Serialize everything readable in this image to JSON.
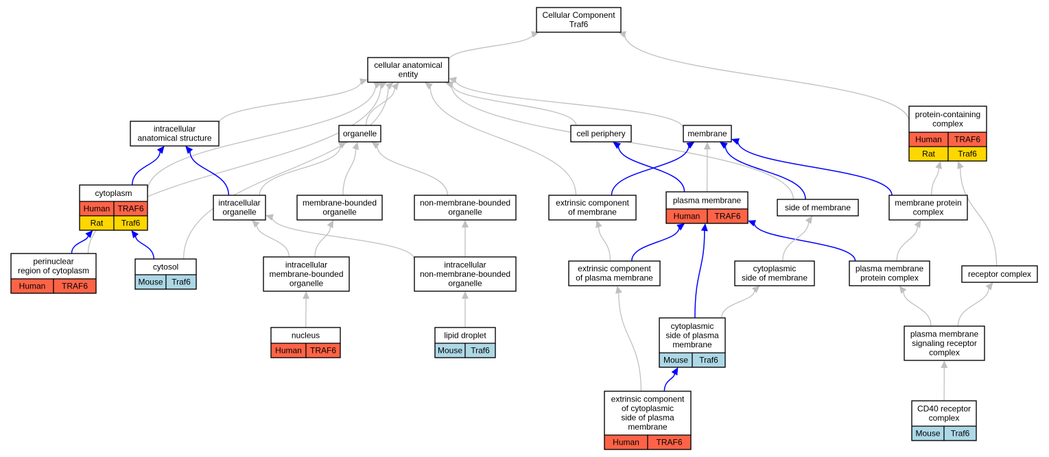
{
  "colors": {
    "human": "#ff6347",
    "rat": "#ffd700",
    "mouse": "#add8e6",
    "edge_is_a": "#c0c0c0",
    "edge_annotated": "#0000ff"
  },
  "nodes": [
    {
      "id": "cc_root",
      "lines": [
        "Cellular Component",
        "Traf6"
      ],
      "rows": []
    },
    {
      "id": "cell_anat",
      "lines": [
        "cellular anatomical",
        "entity"
      ],
      "rows": []
    },
    {
      "id": "intra_anat",
      "lines": [
        "intracellular",
        "anatomical structure"
      ],
      "rows": []
    },
    {
      "id": "organelle",
      "lines": [
        "organelle"
      ],
      "rows": []
    },
    {
      "id": "cell_periph",
      "lines": [
        "cell periphery"
      ],
      "rows": []
    },
    {
      "id": "membrane",
      "lines": [
        "membrane"
      ],
      "rows": []
    },
    {
      "id": "prot_complex",
      "lines": [
        "protein-containing",
        "complex"
      ],
      "rows": [
        [
          "Human",
          "TRAF6"
        ],
        [
          "Rat",
          "Traf6"
        ]
      ]
    },
    {
      "id": "cytoplasm",
      "lines": [
        "cytoplasm"
      ],
      "rows": [
        [
          "Human",
          "TRAF6"
        ],
        [
          "Rat",
          "Traf6"
        ]
      ]
    },
    {
      "id": "intra_org",
      "lines": [
        "intracellular",
        "organelle"
      ],
      "rows": []
    },
    {
      "id": "mem_bound",
      "lines": [
        "membrane-bounded",
        "organelle"
      ],
      "rows": []
    },
    {
      "id": "nonmem_bound",
      "lines": [
        "non-membrane-bounded",
        "organelle"
      ],
      "rows": []
    },
    {
      "id": "extr_mem",
      "lines": [
        "extrinsic component",
        "of membrane"
      ],
      "rows": []
    },
    {
      "id": "plasma_mem",
      "lines": [
        "plasma membrane"
      ],
      "rows": [
        [
          "Human",
          "TRAF6"
        ]
      ]
    },
    {
      "id": "side_mem",
      "lines": [
        "side of membrane"
      ],
      "rows": []
    },
    {
      "id": "mem_prot_cplx",
      "lines": [
        "membrane protein",
        "complex"
      ],
      "rows": []
    },
    {
      "id": "perinuclear",
      "lines": [
        "perinuclear",
        "region of cytoplasm"
      ],
      "rows": [
        [
          "Human",
          "TRAF6"
        ]
      ]
    },
    {
      "id": "cytosol",
      "lines": [
        "cytosol"
      ],
      "rows": [
        [
          "Mouse",
          "Traf6"
        ]
      ]
    },
    {
      "id": "intra_mem_bound",
      "lines": [
        "intracellular",
        "membrane-bounded",
        "organelle"
      ],
      "rows": []
    },
    {
      "id": "intra_nonmem_bound",
      "lines": [
        "intracellular",
        "non-membrane-bounded",
        "organelle"
      ],
      "rows": []
    },
    {
      "id": "extr_plasma",
      "lines": [
        "extrinsic component",
        "of plasma membrane"
      ],
      "rows": []
    },
    {
      "id": "cyto_side_mem",
      "lines": [
        "cytoplasmic",
        "side of membrane"
      ],
      "rows": []
    },
    {
      "id": "pm_prot_cplx",
      "lines": [
        "plasma membrane",
        "protein complex"
      ],
      "rows": []
    },
    {
      "id": "receptor_cplx",
      "lines": [
        "receptor complex"
      ],
      "rows": []
    },
    {
      "id": "nucleus",
      "lines": [
        "nucleus"
      ],
      "rows": [
        [
          "Human",
          "TRAF6"
        ]
      ]
    },
    {
      "id": "lipid_droplet",
      "lines": [
        "lipid droplet"
      ],
      "rows": [
        [
          "Mouse",
          "Traf6"
        ]
      ]
    },
    {
      "id": "cyto_side_pm",
      "lines": [
        "cytoplasmic",
        "side of plasma",
        "membrane"
      ],
      "rows": [
        [
          "Mouse",
          "Traf6"
        ]
      ]
    },
    {
      "id": "pm_signal_rc",
      "lines": [
        "plasma membrane",
        "signaling receptor",
        "complex"
      ],
      "rows": []
    },
    {
      "id": "extr_cyto_side_pm",
      "lines": [
        "extrinsic component",
        "of cytoplasmic",
        "side of plasma",
        "membrane"
      ],
      "rows": [
        [
          "Human",
          "TRAF6"
        ]
      ]
    },
    {
      "id": "cd40",
      "lines": [
        "CD40 receptor",
        "complex"
      ],
      "rows": [
        [
          "Mouse",
          "Traf6"
        ]
      ]
    }
  ],
  "edges": [
    {
      "from": "cell_anat",
      "to": "cc_root",
      "kind": "is_a"
    },
    {
      "from": "prot_complex",
      "to": "cc_root",
      "kind": "is_a"
    },
    {
      "from": "intra_anat",
      "to": "cell_anat",
      "kind": "is_a"
    },
    {
      "from": "organelle",
      "to": "cell_anat",
      "kind": "is_a"
    },
    {
      "from": "cell_periph",
      "to": "cell_anat",
      "kind": "is_a"
    },
    {
      "from": "membrane",
      "to": "cell_anat",
      "kind": "is_a"
    },
    {
      "from": "cytoplasm",
      "to": "cell_anat",
      "kind": "is_a"
    },
    {
      "from": "perinuclear",
      "to": "cell_anat",
      "kind": "is_a"
    },
    {
      "from": "cytosol",
      "to": "cell_anat",
      "kind": "is_a"
    },
    {
      "from": "extr_mem",
      "to": "cell_anat",
      "kind": "is_a"
    },
    {
      "from": "side_mem",
      "to": "cell_anat",
      "kind": "is_a"
    },
    {
      "from": "cytoplasm",
      "to": "intra_anat",
      "kind": "annotated"
    },
    {
      "from": "intra_org",
      "to": "intra_anat",
      "kind": "annotated"
    },
    {
      "from": "intra_org",
      "to": "organelle",
      "kind": "is_a"
    },
    {
      "from": "mem_bound",
      "to": "organelle",
      "kind": "is_a"
    },
    {
      "from": "nonmem_bound",
      "to": "organelle",
      "kind": "is_a"
    },
    {
      "from": "plasma_mem",
      "to": "cell_periph",
      "kind": "annotated"
    },
    {
      "from": "extr_mem",
      "to": "membrane",
      "kind": "annotated"
    },
    {
      "from": "plasma_mem",
      "to": "membrane",
      "kind": "is_a"
    },
    {
      "from": "side_mem",
      "to": "membrane",
      "kind": "annotated"
    },
    {
      "from": "mem_prot_cplx",
      "to": "membrane",
      "kind": "annotated"
    },
    {
      "from": "mem_prot_cplx",
      "to": "prot_complex",
      "kind": "is_a"
    },
    {
      "from": "receptor_cplx",
      "to": "prot_complex",
      "kind": "is_a"
    },
    {
      "from": "perinuclear",
      "to": "cytoplasm",
      "kind": "annotated"
    },
    {
      "from": "cytosol",
      "to": "cytoplasm",
      "kind": "annotated"
    },
    {
      "from": "intra_mem_bound",
      "to": "intra_org",
      "kind": "is_a"
    },
    {
      "from": "intra_nonmem_bound",
      "to": "intra_org",
      "kind": "is_a"
    },
    {
      "from": "intra_mem_bound",
      "to": "mem_bound",
      "kind": "is_a"
    },
    {
      "from": "intra_nonmem_bound",
      "to": "nonmem_bound",
      "kind": "is_a"
    },
    {
      "from": "extr_plasma",
      "to": "extr_mem",
      "kind": "is_a"
    },
    {
      "from": "extr_plasma",
      "to": "plasma_mem",
      "kind": "annotated"
    },
    {
      "from": "cyto_side_pm",
      "to": "plasma_mem",
      "kind": "annotated"
    },
    {
      "from": "pm_prot_cplx",
      "to": "plasma_mem",
      "kind": "annotated"
    },
    {
      "from": "cyto_side_mem",
      "to": "side_mem",
      "kind": "is_a"
    },
    {
      "from": "pm_prot_cplx",
      "to": "mem_prot_cplx",
      "kind": "is_a"
    },
    {
      "from": "nucleus",
      "to": "intra_mem_bound",
      "kind": "is_a"
    },
    {
      "from": "lipid_droplet",
      "to": "intra_nonmem_bound",
      "kind": "is_a"
    },
    {
      "from": "extr_cyto_side_pm",
      "to": "extr_plasma",
      "kind": "is_a"
    },
    {
      "from": "cyto_side_pm",
      "to": "cyto_side_mem",
      "kind": "is_a"
    },
    {
      "from": "pm_signal_rc",
      "to": "pm_prot_cplx",
      "kind": "is_a"
    },
    {
      "from": "pm_signal_rc",
      "to": "receptor_cplx",
      "kind": "is_a"
    },
    {
      "from": "extr_cyto_side_pm",
      "to": "cyto_side_pm",
      "kind": "annotated"
    },
    {
      "from": "cd40",
      "to": "pm_signal_rc",
      "kind": "is_a"
    }
  ]
}
